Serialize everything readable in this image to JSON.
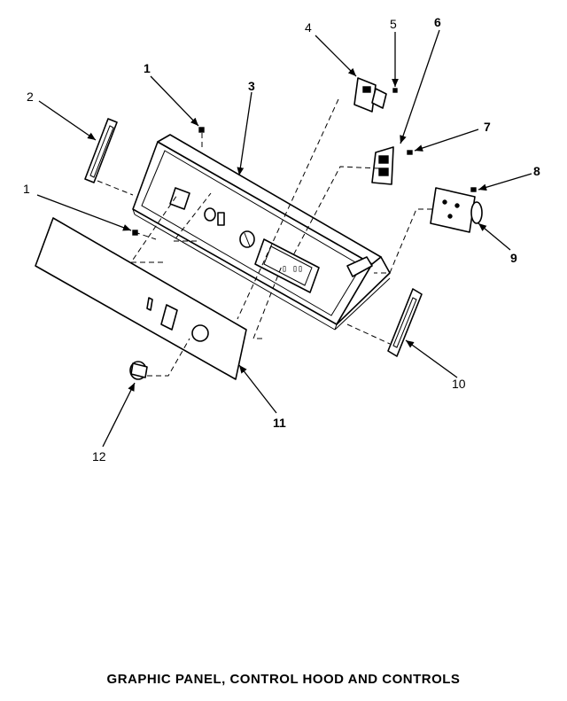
{
  "caption": "GRAPHIC PANEL, CONTROL HOOD AND CONTROLS",
  "callouts": [
    {
      "id": "c1a",
      "label": "1"
    },
    {
      "id": "c1b",
      "label": "1"
    },
    {
      "id": "c2",
      "label": "2"
    },
    {
      "id": "c3",
      "label": "3"
    },
    {
      "id": "c4",
      "label": "4"
    },
    {
      "id": "c5",
      "label": "5"
    },
    {
      "id": "c6",
      "label": "6"
    },
    {
      "id": "c7",
      "label": "7"
    },
    {
      "id": "c8",
      "label": "8"
    },
    {
      "id": "c9",
      "label": "9"
    },
    {
      "id": "c10",
      "label": "10"
    },
    {
      "id": "c11",
      "label": "11"
    },
    {
      "id": "c12",
      "label": "12"
    }
  ]
}
